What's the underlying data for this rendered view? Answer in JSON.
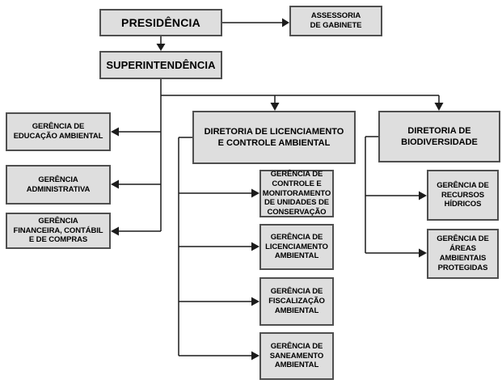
{
  "colors": {
    "background": "#ffffff",
    "box_fill": "#dedede",
    "box_border": "#4f4f4f",
    "connector": "#1c1c1c",
    "text": "#000000"
  },
  "org": {
    "presidencia": {
      "label": "PRESIDÊNCIA"
    },
    "assessoria_gabinete": {
      "label": "ASSESSORIA\nDE GABINETE"
    },
    "superintendencia": {
      "label": "SUPERINTENDÊNCIA"
    },
    "gerencias_staff": [
      {
        "label": "GERÊNCIA DE\nEDUCAÇÃO AMBIENTAL"
      },
      {
        "label": "GERÊNCIA\nADMINISTRATIVA"
      },
      {
        "label": "GERÊNCIA\nFINANCEIRA, CONTÁBIL\nE DE COMPRAS"
      }
    ],
    "diretoria_licenciamento": {
      "label": "DIRETORIA DE LICENCIAMENTO\nE CONTROLE AMBIENTAL",
      "gerencias": [
        {
          "label": "GERÊNCIA DE\nCONTROLE E\nMONITORAMENTO\nDE UNIDADES DE\nCONSERVAÇÃO"
        },
        {
          "label": "GERÊNCIA DE\nLICENCIAMENTO\nAMBIENTAL"
        },
        {
          "label": "GERÊNCIA DE\nFISCALIZAÇÃO\nAMBIENTAL"
        },
        {
          "label": "GERÊNCIA DE\nSANEAMENTO\nAMBIENTAL"
        }
      ]
    },
    "diretoria_biodiversidade": {
      "label": "DIRETORIA DE\nBIODIVERSIDADE",
      "gerencias": [
        {
          "label": "GERÊNCIA DE\nRECURSOS\nHÍDRICOS"
        },
        {
          "label": "GERÊNCIA DE\nÁREAS\nAMBIENTAIS\nPROTEGIDAS"
        }
      ]
    }
  }
}
